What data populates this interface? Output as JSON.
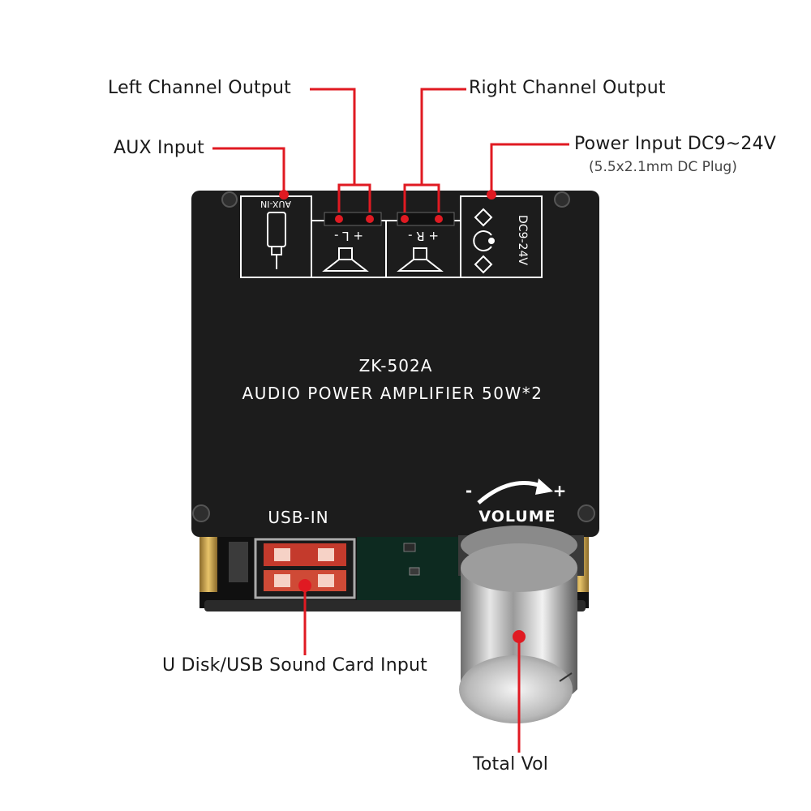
{
  "callouts": {
    "left_channel": "Left Channel Output",
    "right_channel": "Right Channel Output",
    "aux": "AUX Input",
    "power": "Power Input DC9~24V",
    "power_sub": "(5.5x2.1mm DC Plug)",
    "usb": "U Disk/USB Sound Card Input",
    "vol": "Total Vol"
  },
  "board": {
    "model": "ZK-502A",
    "name": "AUDIO POWER AMPLIFIER 50W*2",
    "usb_label": "USB-IN",
    "volume_label": "VOLUME",
    "aux_label": "AUX-IN",
    "left_marks": "+ L -",
    "right_marks": "+ R -",
    "dc_label": "DC9-24V",
    "minus": "-",
    "plus": "+"
  },
  "colors": {
    "accent": "#e01a22",
    "board": "#1c1c1c",
    "silkscreen": "#ffffff"
  }
}
